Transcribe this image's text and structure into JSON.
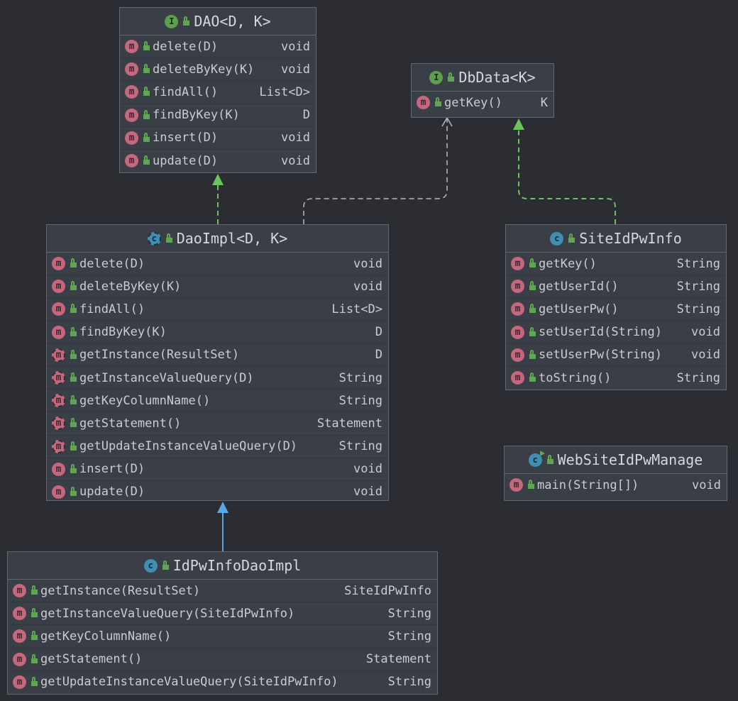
{
  "classes": {
    "dao": {
      "kind": "interface",
      "name": "DAO<D, K>",
      "methods": [
        {
          "sig": "delete(D)",
          "ret": "void"
        },
        {
          "sig": "deleteByKey(K)",
          "ret": "void"
        },
        {
          "sig": "findAll()",
          "ret": "List<D>"
        },
        {
          "sig": "findByKey(K)",
          "ret": "D"
        },
        {
          "sig": "insert(D)",
          "ret": "void"
        },
        {
          "sig": "update(D)",
          "ret": "void"
        }
      ]
    },
    "dbdata": {
      "kind": "interface",
      "name": "DbData<K>",
      "methods": [
        {
          "sig": "getKey()",
          "ret": "K"
        }
      ]
    },
    "daoimpl": {
      "kind": "abstract-class",
      "name": "DaoImpl<D, K>",
      "methods": [
        {
          "sig": "delete(D)",
          "ret": "void"
        },
        {
          "sig": "deleteByKey(K)",
          "ret": "void"
        },
        {
          "sig": "findAll()",
          "ret": "List<D>"
        },
        {
          "sig": "findByKey(K)",
          "ret": "D"
        },
        {
          "sig": "getInstance(ResultSet)",
          "ret": "D"
        },
        {
          "sig": "getInstanceValueQuery(D)",
          "ret": "String"
        },
        {
          "sig": "getKeyColumnName()",
          "ret": "String"
        },
        {
          "sig": "getStatement()",
          "ret": "Statement"
        },
        {
          "sig": "getUpdateInstanceValueQuery(D)",
          "ret": "String"
        },
        {
          "sig": "insert(D)",
          "ret": "void"
        },
        {
          "sig": "update(D)",
          "ret": "void"
        }
      ]
    },
    "siteidpwinfo": {
      "kind": "class",
      "name": "SiteIdPwInfo",
      "methods": [
        {
          "sig": "getKey()",
          "ret": "String"
        },
        {
          "sig": "getUserId()",
          "ret": "String"
        },
        {
          "sig": "getUserPw()",
          "ret": "String"
        },
        {
          "sig": "setUserId(String)",
          "ret": "void"
        },
        {
          "sig": "setUserPw(String)",
          "ret": "void"
        },
        {
          "sig": "toString()",
          "ret": "String"
        }
      ]
    },
    "websiteidpwmanage": {
      "kind": "class",
      "name": "WebSiteIdPwManage",
      "methods": [
        {
          "sig": "main(String[])",
          "ret": "void"
        }
      ]
    },
    "idpwinfodaoimpl": {
      "kind": "class",
      "name": "IdPwInfoDaoImpl",
      "methods": [
        {
          "sig": "getInstance(ResultSet)",
          "ret": "SiteIdPwInfo"
        },
        {
          "sig": "getInstanceValueQuery(SiteIdPwInfo)",
          "ret": "String"
        },
        {
          "sig": "getKeyColumnName()",
          "ret": "String"
        },
        {
          "sig": "getStatement()",
          "ret": "Statement"
        },
        {
          "sig": "getUpdateInstanceValueQuery(SiteIdPwInfo)",
          "ret": "String"
        }
      ]
    }
  },
  "icons": {
    "interface": "I",
    "class": "c",
    "method": "m"
  },
  "colors": {
    "background": "#2b2d33",
    "box": "#3a3e46",
    "implements_edge": "#6cc35b",
    "extends_edge": "#5aa7e6",
    "dependency_edge": "#b8bcc2",
    "method_icon": "#c5677d",
    "class_icon": "#3f8fb3",
    "interface_icon": "#5c9f4c"
  }
}
